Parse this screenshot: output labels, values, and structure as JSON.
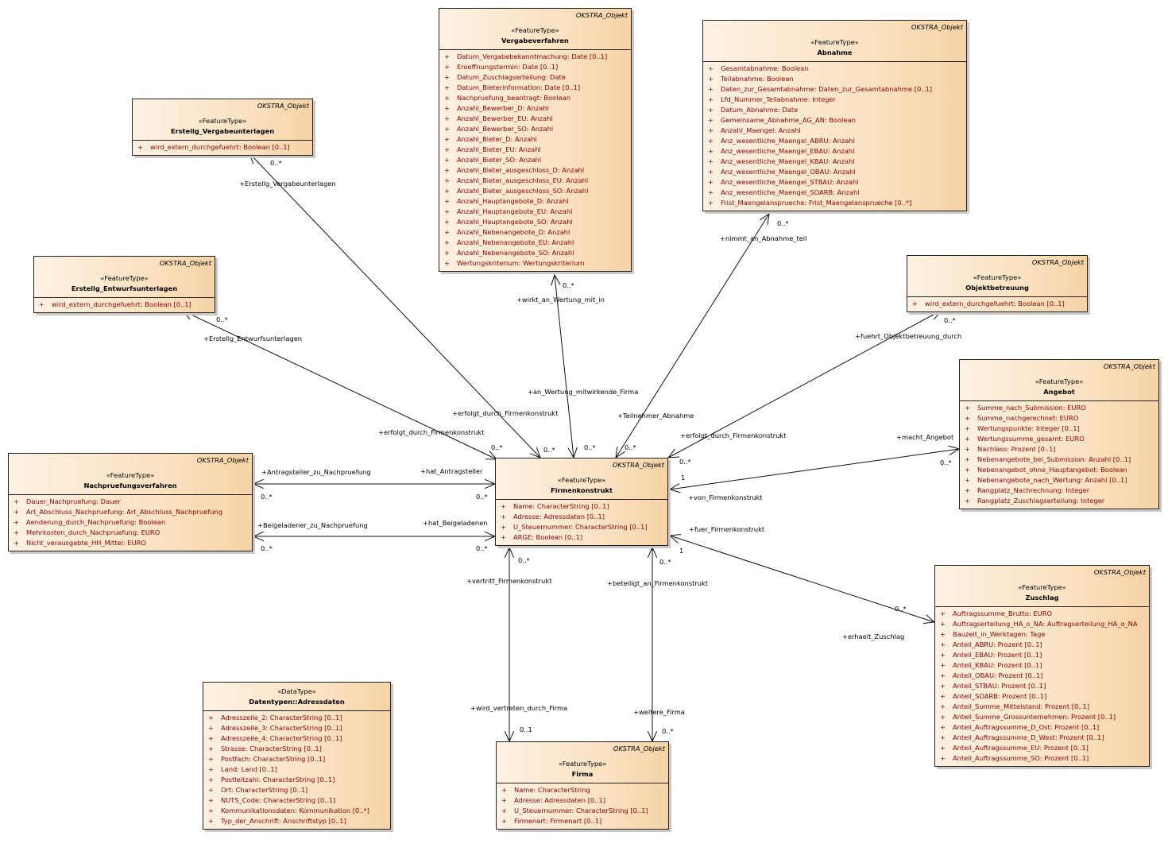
{
  "diagram": {
    "base_class": "OKSTRA_Objekt",
    "classes": {
      "vergabeverfahren": {
        "stereotype": "«FeatureType»",
        "name": "Vergabeverfahren",
        "attributes": [
          "Datum_Vergabebekanntmachung: Date [0..1]",
          "Eroeffnungstermin: Date [0..1]",
          "Datum_Zuschlagserteilung: Date",
          "Datum_Bieterinformation: Date [0..1]",
          "Nachpruefung_beantragt: Boolean",
          "Anzahl_Bewerber_D: Anzahl",
          "Anzahl_Bewerber_EU: Anzahl",
          "Anzahl_Bewerber_SO: Anzahl",
          "Anzahl_Bieter_D: Anzahl",
          "Anzahl_Bieter_EU: Anzahl",
          "Anzahl_Bieter_SO: Anzahl",
          "Anzahl_Bieter_ausgeschloss_D: Anzahl",
          "Anzahl_Bieter_ausgeschloss_EU: Anzahl",
          "Anzahl_Bieter_ausgeschloss_SO: Anzahl",
          "Anzahl_Hauptangebote_D: Anzahl",
          "Anzahl_Hauptangebote_EU: Anzahl",
          "Anzahl_Hauptangebote_SO: Anzahl",
          "Anzahl_Nebenangebote_D: Anzahl",
          "Anzahl_Nebenangebote_EU: Anzahl",
          "Anzahl_Nebenangebote_SO: Anzahl",
          "Wertungskriterium: Wertungskriterium"
        ]
      },
      "abnahme": {
        "stereotype": "«FeatureType»",
        "name": "Abnahme",
        "attributes": [
          "Gesamtabnahme: Boolean",
          "Teilabnahme: Boolean",
          "Daten_zur_Gesamtabnahme: Daten_zur_Gesamtabnahme [0..1]",
          "Lfd_Nummer_Teilabnahme: Integer",
          "Datum_Abnahme: Date",
          "Gemeinsame_Abnahme_AG_AN: Boolean",
          "Anzahl_Maengel: Anzahl",
          "Anz_wesentliche_Maengel_ABRU: Anzahl",
          "Anz_wesentliche_Maengel_EBAU: Anzahl",
          "Anz_wesentliche_Maengel_KBAU: Anzahl",
          "Anz_wesentliche_Maengel_OBAU: Anzahl",
          "Anz_wesentliche_Maengel_STBAU: Anzahl",
          "Anz_wesentliche_Maengel_SOARB: Anzahl",
          "Frist_Maengelansprueche: Frist_Maengelansprueche [0..*]"
        ]
      },
      "erstellg_vergabeunterlagen": {
        "stereotype": "«FeatureType»",
        "name": "Erstellg_Vergabeunterlagen",
        "attributes": [
          "wird_extern_durchgefuehrt: Boolean [0..1]"
        ]
      },
      "erstellg_entwurfsunterlagen": {
        "stereotype": "«FeatureType»",
        "name": "Erstellg_Entwurfsunterlagen",
        "attributes": [
          "wird_extern_durchgefuehrt: Boolean [0..1]"
        ]
      },
      "objektbetreuung": {
        "stereotype": "«FeatureType»",
        "name": "Objektbetreuung",
        "attributes": [
          "wird_extern_durchgefuehrt: Boolean [0..1]"
        ]
      },
      "angebot": {
        "stereotype": "«FeatureType»",
        "name": "Angebot",
        "attributes": [
          "Summe_nach_Submission: EURO",
          "Summe_nachgerechnet: EURO",
          "Wertungspunkte: Integer [0..1]",
          "Wertungssumme_gesamt: EURO",
          "Nachlass: Prozent [0..1]",
          "Nebenangebote_bei_Submission: Anzahl [0..1]",
          "Nebenangebot_ohne_Hauptangebot: Boolean",
          "Nebenangebote_nach_Wertung: Anzahl [0..1]",
          "Rangplatz_Nachrechnung: Integer",
          "Rangplatz_Zuschlagserteilung: Integer"
        ]
      },
      "nachpruefungsverfahren": {
        "stereotype": "«FeatureType»",
        "name": "Nachpruefungsverfahren",
        "attributes": [
          "Dauer_Nachpruefung: Dauer",
          "Art_Abschluss_Nachpruefung: Art_Abschluss_Nachpruefung",
          "Aenderung_durch_Nachpruefung: Boolean",
          "Mehrkosten_durch_Nachpruefung: EURO",
          "Nicht_verausgabte_HH_Mittel: EURO"
        ]
      },
      "firmenkonstrukt": {
        "stereotype": "«FeatureType»",
        "name": "Firmenkonstrukt",
        "attributes": [
          "Name: CharacterString [0..1]",
          "Adresse: Adressdaten [0..1]",
          "U_Steuernummer: CharacterString [0..1]",
          "ARGE: Boolean [0..1]"
        ]
      },
      "zuschlag": {
        "stereotype": "«FeatureType»",
        "name": "Zuschlag",
        "attributes": [
          "Auftragssumme_Brutto: EURO",
          "Auftragserteilung_HA_o_NA: Auftragserteilung_HA_o_NA",
          "Bauzeit_in_Werktagen: Tage",
          "Anteil_ABRU: Prozent [0..1]",
          "Anteil_EBAU: Prozent [0..1]",
          "Anteil_KBAU: Prozent [0..1]",
          "Anteil_OBAU: Prozent [0..1]",
          "Anteil_STBAU: Prozent [0..1]",
          "Anteil_SOARB: Prozent [0..1]",
          "Anteil_Summe_Mittelstand: Prozent [0..1]",
          "Anteil_Summe_Grossunternehmen: Prozent [0..1]",
          "Anteil_Auftragssumme_D_Ost: Prozent [0..1]",
          "Anteil_Auftragssumme_D_West: Prozent [0..1]",
          "Anteil_Auftragssumme_EU: Prozent [0..1]",
          "Anteil_Auftragssumme_SO: Prozent [0..1]"
        ]
      },
      "adressdaten": {
        "stereotype": "«DataType»",
        "name": "Datentypen::Adressdaten",
        "attributes": [
          "Adresszeile_2: CharacterString [0..1]",
          "Adresszeile_3: CharacterString [0..1]",
          "Adresszeile_4: CharacterString [0..1]",
          "Strasse: CharacterString [0..1]",
          "Postfach: CharacterString [0..1]",
          "Land: Land [0..1]",
          "Postleitzahl: CharacterString [0..1]",
          "Ort: CharacterString [0..1]",
          "NUTS_Code: CharacterString [0..1]",
          "Kommunikationsdaten: Kommunikation [0..*]",
          "Typ_der_Anschrift: Anschriftstyp [0..1]"
        ]
      },
      "firma": {
        "stereotype": "«FeatureType»",
        "name": "Firma",
        "attributes": [
          "Name: CharacterString",
          "Adresse: Adressdaten [0..1]",
          "U_Steuernummer: CharacterString [0..1]",
          "Firmenart: Firmenart [0..1]"
        ]
      }
    },
    "associations": [
      {
        "id": "erstellg-vergabe",
        "role_far": "+Erstellg_Vergabeunterlagen",
        "mult_far": "0..*",
        "role_near": "+erfolgt_durch_Firmenkonstrukt",
        "mult_near": "0..*"
      },
      {
        "id": "erstellg-entwurf",
        "role_far": "+Erstellg_Entwurfsunterlagen",
        "mult_far": "0..*",
        "role_near": "+erfolgt_durch_Firmenkonstrukt",
        "mult_near": "0..*"
      },
      {
        "id": "vergabeverfahren",
        "role_far": "+wirkt_an_Wertung_mit_in",
        "mult_far": "0..*",
        "role_near": "+an_Wertung_mitwirkende_Firma",
        "mult_near": "0..*"
      },
      {
        "id": "abnahme",
        "role_far": "+nimmt_an_Abnahme_teil",
        "mult_far": "0..*",
        "role_near": "+Teilnehmer_Abnahme",
        "mult_near": "0..*"
      },
      {
        "id": "objektbetreuung",
        "role_far": "+fuehrt_Objektbetreuung_durch",
        "mult_far": "0..*",
        "role_near": "+erfolgt_durch_Firmenkonstrukt",
        "mult_near": "0..*"
      },
      {
        "id": "angebot",
        "role_far": "+macht_Angebot",
        "mult_far": "0..*",
        "role_near": "+von_Firmenkonstrukt",
        "mult_near": "1"
      },
      {
        "id": "zuschlag",
        "role_far": "+erhaelt_Zuschlag",
        "mult_far": "0..*",
        "role_near": "+fuer_Firmenkonstrukt",
        "mult_near": "1"
      },
      {
        "id": "antragsteller",
        "role_far": "+Antragsteller_zu_Nachpruefung",
        "mult_far": "0..*",
        "role_near": "+hat_Antragsteller",
        "mult_near": "0..*"
      },
      {
        "id": "beigeladene",
        "role_far": "+Beigeladener_zu_Nachpruefung",
        "mult_far": "0..*",
        "role_near": "+hat_Beigeladenen",
        "mult_near": "0..*"
      },
      {
        "id": "vertreten",
        "role_far": "+wird_vertreten_durch_Firma",
        "mult_far": "0..1",
        "role_near": "+vertritt_Firmenkonstrukt",
        "mult_near": "0..*"
      },
      {
        "id": "weitere",
        "role_far": "+weitere_Firma",
        "mult_far": "0..*",
        "role_near": "+beteiligt_an_Firmenkonstrukt",
        "mult_near": "0..*"
      }
    ]
  }
}
